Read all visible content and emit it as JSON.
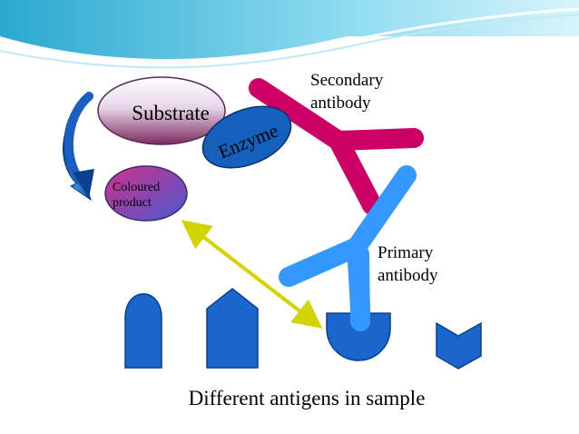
{
  "slide": {
    "substrate": "Substrate",
    "enzyme": "Enzyme",
    "coloured_product_line1": "Coloured",
    "coloured_product_line2": "product",
    "secondary_antibody_line1": "Secondary",
    "secondary_antibody_line2": "antibody",
    "primary_antibody_line1": "Primary",
    "primary_antibody_line2": "antibody",
    "caption": "Different antigens in sample"
  },
  "colors": {
    "secondary_antibody": "#cc0066",
    "primary_antibody": "#3399ff",
    "antigen": "#1a66cc",
    "arrow": "#d4d400",
    "enzyme": "#1560bd",
    "header_wave": "#5fc4e0"
  }
}
